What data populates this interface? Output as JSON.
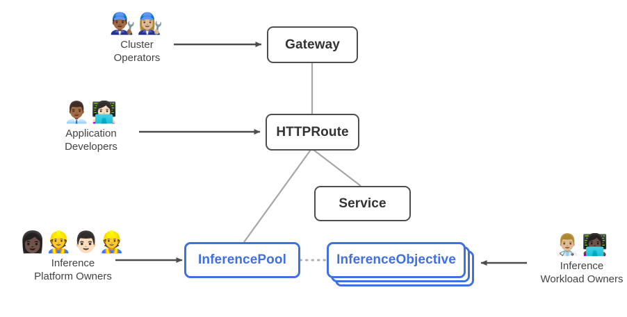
{
  "diagram": {
    "title": "Gateway API Inference Extension resource model",
    "type": "architecture-diagram",
    "colors": {
      "node_border": "#4d4d4d",
      "node_text": "#333333",
      "accent_blue": "#3f6fe0",
      "edge_gray": "#9e9e9e",
      "arrow_dark": "#4d4d4d",
      "caption_text": "#424242",
      "background": "#ffffff"
    },
    "nodes": [
      {
        "id": "gateway",
        "label": "Gateway",
        "style": "gray"
      },
      {
        "id": "httproute",
        "label": "HTTPRoute",
        "style": "gray"
      },
      {
        "id": "service",
        "label": "Service",
        "style": "gray"
      },
      {
        "id": "inferencepool",
        "label": "InferencePool",
        "style": "blue"
      },
      {
        "id": "inferenceobjective",
        "label": "InferenceObjective",
        "style": "blue-stacked"
      }
    ],
    "personas": [
      {
        "id": "cluster-operators",
        "emojis": "👨🏾‍🔧👩🏼‍🔧",
        "emoji_names": "man-mechanic, woman-mechanic",
        "line1": "Cluster",
        "line2": "Operators",
        "targets": "gateway"
      },
      {
        "id": "application-developers",
        "emojis": "👨🏾‍💼👩🏻‍💻",
        "emoji_names": "man-office-worker, woman-technologist",
        "line1": "Application",
        "line2": "Developers",
        "targets": "httproute"
      },
      {
        "id": "inference-platform-owners",
        "emojis": "👩🏿‍👷👨🏻‍👷",
        "emoji_names": "woman-construction-worker, man-construction-worker",
        "line1": "Inference",
        "line2": "Platform Owners",
        "targets": "inferencepool"
      },
      {
        "id": "inference-workload-owners",
        "emojis": "👨🏼‍⚕️👩🏿‍💻",
        "emoji_names": "man-health-worker, woman-technologist",
        "line1": "Inference",
        "line2": "Workload Owners",
        "targets": "inferenceobjective"
      }
    ],
    "edges": [
      {
        "from": "cluster-operators",
        "to": "gateway",
        "kind": "arrow"
      },
      {
        "from": "application-developers",
        "to": "httproute",
        "kind": "arrow"
      },
      {
        "from": "inference-platform-owners",
        "to": "inferencepool",
        "kind": "arrow"
      },
      {
        "from": "inference-workload-owners",
        "to": "inferenceobjective",
        "kind": "arrow"
      },
      {
        "from": "gateway",
        "to": "httproute",
        "kind": "line"
      },
      {
        "from": "httproute",
        "to": "inferencepool",
        "kind": "line"
      },
      {
        "from": "httproute",
        "to": "service",
        "kind": "line"
      },
      {
        "from": "inferencepool",
        "to": "inferenceobjective",
        "kind": "dotted"
      }
    ]
  }
}
